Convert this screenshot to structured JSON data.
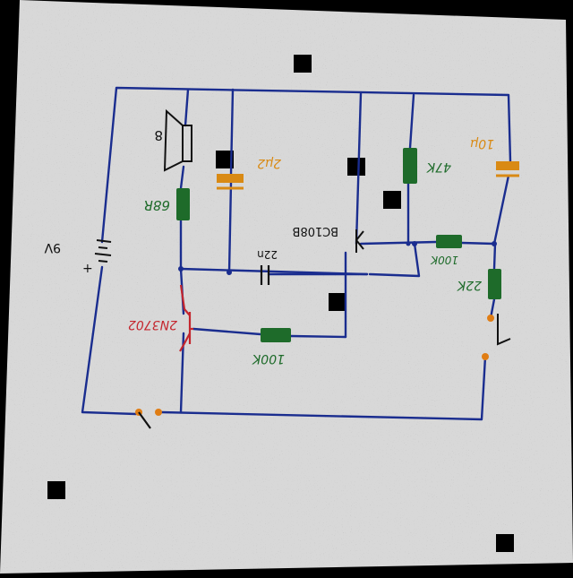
{
  "labels": {
    "speaker": "8",
    "cap_2u2": "2μ2",
    "res_68r": "68R",
    "battery": "9V",
    "battery_plus": "+",
    "cap_22n": "22n",
    "transistor_bc108": "BC108B",
    "transistor_2n3702": "2N3702",
    "res_100k_bottom": "100K",
    "res_47k": "47K",
    "res_100k_right": "100K",
    "res_22k": "22K",
    "cap_10u": "10μ"
  },
  "colors": {
    "paper": "#d8d8d8",
    "wire": "#1a2d8f",
    "resistor": "#1e6b2a",
    "capacitor": "#d98a14",
    "transistor_pnp": "#c4262e",
    "ink": "#111111"
  }
}
